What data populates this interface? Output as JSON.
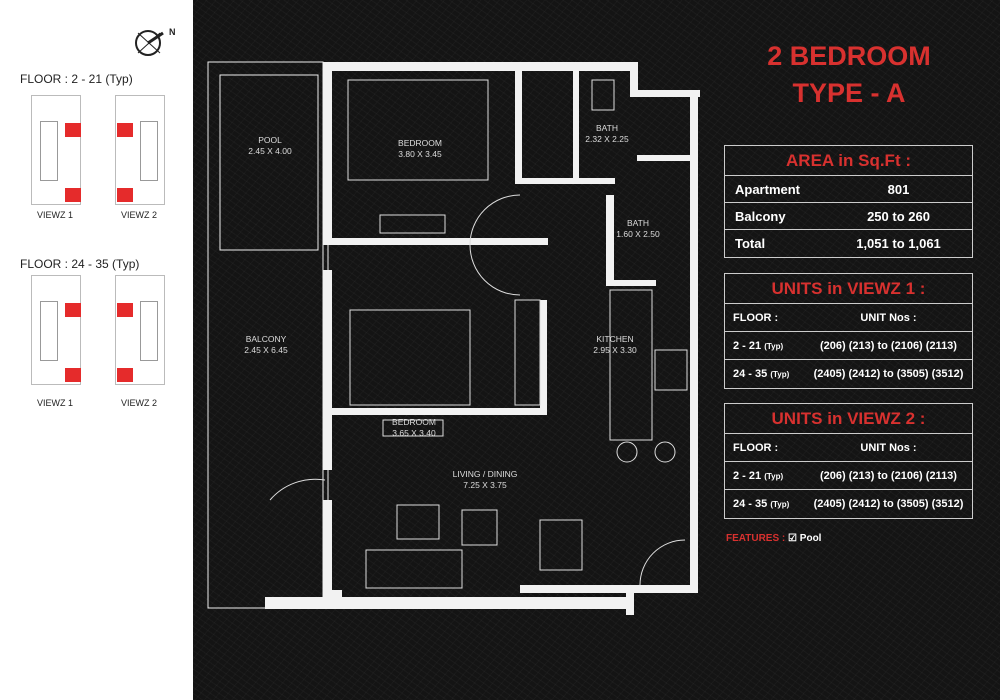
{
  "compass": {
    "label": "N"
  },
  "key_plans": [
    {
      "floor_label": "FLOOR : 2 - 21 (Typ)",
      "views": [
        "VIEWZ 1",
        "VIEWZ 2"
      ]
    },
    {
      "floor_label": "FLOOR : 24 - 35 (Typ)",
      "views": [
        "VIEWZ 1",
        "VIEWZ 2"
      ]
    }
  ],
  "highlight_color": "#e52b2b",
  "rooms": [
    {
      "name": "POOL",
      "size": "2.45 X 4.00"
    },
    {
      "name": "BEDROOM",
      "size": "3.80 X 3.45"
    },
    {
      "name": "BATH",
      "size": "2.32 X 2.25"
    },
    {
      "name": "BATH",
      "size": "1.60 X 2.50"
    },
    {
      "name": "BALCONY",
      "size": "2.45 X 6.45"
    },
    {
      "name": "KITCHEN",
      "size": "2.95 X 3.30"
    },
    {
      "name": "BEDROOM",
      "size": "3.65 X 3.40"
    },
    {
      "name": "LIVING / DINING",
      "size": "7.25 X 3.75"
    }
  ],
  "title": {
    "line1": "2 BEDROOM",
    "line2": "TYPE - A",
    "color": "#d8312f"
  },
  "area": {
    "heading": "AREA in Sq.Ft :",
    "rows": [
      {
        "label": "Apartment",
        "value": "801"
      },
      {
        "label": "Balcony",
        "value": "250 to 260"
      },
      {
        "label": "Total",
        "value": "1,051 to 1,061"
      }
    ]
  },
  "units": [
    {
      "heading": "UNITS in VIEWZ 1 :",
      "col1": "FLOOR :",
      "col2": "UNIT Nos :",
      "rows": [
        {
          "floor": "2 - 21",
          "typ": "(Typ)",
          "units": "(206) (213) to (2106) (2113)"
        },
        {
          "floor": "24 - 35",
          "typ": "(Typ)",
          "units": "(2405) (2412) to (3505) (3512)"
        }
      ]
    },
    {
      "heading": "UNITS in VIEWZ 2 :",
      "col1": "FLOOR :",
      "col2": "UNIT Nos :",
      "rows": [
        {
          "floor": "2 - 21",
          "typ": "(Typ)",
          "units": "(206) (213) to (2106) (2113)"
        },
        {
          "floor": "24 - 35",
          "typ": "(Typ)",
          "units": "(2405) (2412) to (3505) (3512)"
        }
      ]
    }
  ],
  "features": {
    "label": "FEATURES :",
    "items": [
      {
        "name": "Pool",
        "checked": true
      }
    ]
  }
}
